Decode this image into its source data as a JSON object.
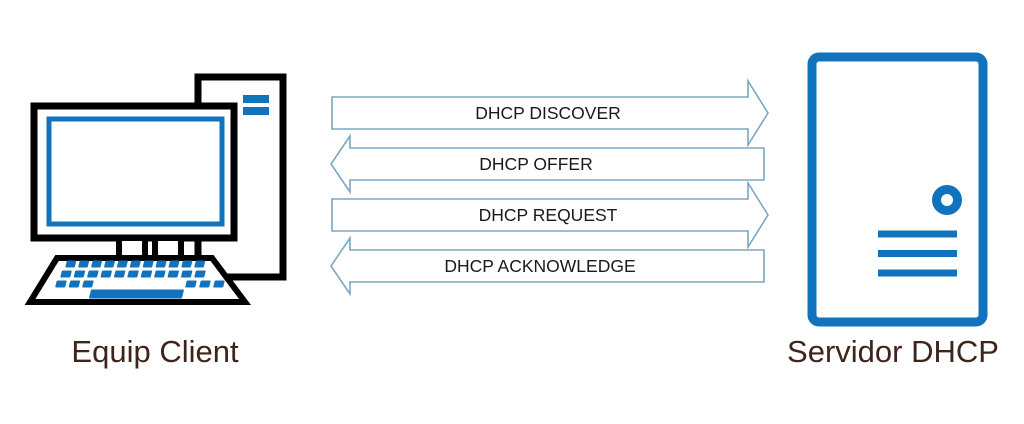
{
  "client": {
    "label": "Equip Client",
    "icon": "desktop-computer"
  },
  "server": {
    "label": "Servidor DHCP",
    "icon": "server-tower"
  },
  "messages": [
    {
      "label": "DHCP DISCOVER",
      "direction": "client-to-server"
    },
    {
      "label": "DHCP OFFER",
      "direction": "server-to-client"
    },
    {
      "label": "DHCP REQUEST",
      "direction": "client-to-server"
    },
    {
      "label": "DHCP ACKNOWLEDGE",
      "direction": "server-to-client"
    }
  ],
  "colors": {
    "device_blue": "#1173BD",
    "device_outline": "#000000",
    "arrow_outline": "#7BA7C2",
    "arrow_fill": "#FFFFFF",
    "arrow_text": "#1A1A1A",
    "label_text": "#3E241B",
    "background": "#FFFFFF"
  }
}
